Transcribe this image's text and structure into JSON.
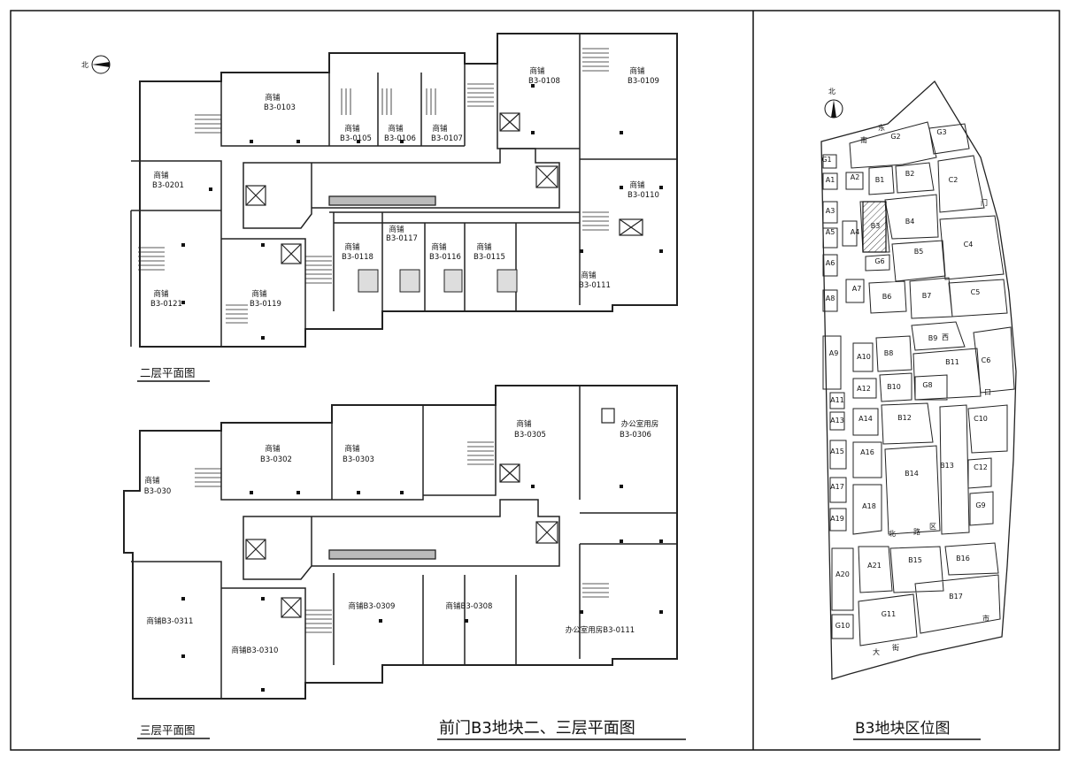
{
  "north_label": "北",
  "floor2": {
    "caption": "二层平面图",
    "shops": [
      {
        "name": "商铺",
        "code": "B3-0103"
      },
      {
        "name": "商铺",
        "code": "B3-0105"
      },
      {
        "name": "商铺",
        "code": "B3-0106"
      },
      {
        "name": "商铺",
        "code": "B3-0107"
      },
      {
        "name": "商铺",
        "code": "B3-0108"
      },
      {
        "name": "商铺",
        "code": "B3-0109"
      },
      {
        "name": "商铺",
        "code": "B3-0201"
      },
      {
        "name": "商铺",
        "code": "B3-0110"
      },
      {
        "name": "商铺",
        "code": "B3-0117"
      },
      {
        "name": "商铺",
        "code": "B3-0118"
      },
      {
        "name": "商铺",
        "code": "B3-0116"
      },
      {
        "name": "商铺",
        "code": "B3-0115"
      },
      {
        "name": "商铺",
        "code": "B3-0111"
      },
      {
        "name": "商铺",
        "code": "B3-0121"
      },
      {
        "name": "商铺",
        "code": "B3-0119"
      }
    ]
  },
  "floor3": {
    "caption": "三层平面图",
    "rooms": [
      {
        "name": "商铺",
        "code": "B3-0302"
      },
      {
        "name": "商铺",
        "code": "B3-0303"
      },
      {
        "name": "商铺",
        "code": "B3-0305"
      },
      {
        "name": "办公室用房",
        "code": "B3-0306"
      },
      {
        "name": "商铺",
        "code": "B3-030"
      },
      {
        "label": "商铺B3-0309"
      },
      {
        "label": "商铺B3-0308"
      },
      {
        "label": "商铺B3-0311"
      },
      {
        "label": "商铺B3-0310"
      },
      {
        "label": "办公室用房B3-0111"
      }
    ]
  },
  "main_title": "前门B3地块二、三层平面图",
  "location_map": {
    "title": "B3地块区位图",
    "parcels": [
      "G2",
      "G3",
      "G1",
      "A1",
      "A2",
      "B1",
      "B2",
      "C2",
      "A3",
      "B4",
      "A4",
      "B3",
      "C4",
      "A5",
      "G6",
      "B5",
      "A6",
      "A7",
      "C5",
      "A8",
      "B6",
      "B7",
      "B9",
      "A9",
      "A10",
      "B8",
      "B11",
      "C6",
      "A12",
      "B10",
      "G8",
      "A11",
      "A13",
      "A14",
      "B12",
      "C10",
      "A15",
      "A16",
      "C12",
      "B13",
      "B14",
      "A17",
      "G9",
      "A18",
      "A19",
      "A20",
      "A21",
      "B15",
      "B16",
      "B17",
      "G11",
      "G10"
    ],
    "street_chars": [
      "东",
      "南",
      "门",
      "大",
      "街",
      "市",
      "西",
      "区",
      "北",
      "路",
      "口"
    ]
  }
}
